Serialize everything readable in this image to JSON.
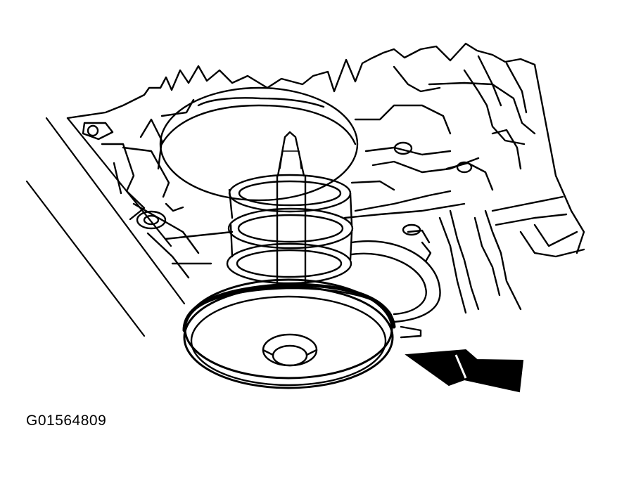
{
  "figure": {
    "id_label": "G01564809",
    "ink_color": "#000000",
    "background_color": "#ffffff"
  },
  "parts": [
    {
      "name": "valve-body-casting"
    },
    {
      "name": "accumulator-spring"
    },
    {
      "name": "accumulator-piston"
    },
    {
      "name": "pointer-arrow"
    }
  ]
}
